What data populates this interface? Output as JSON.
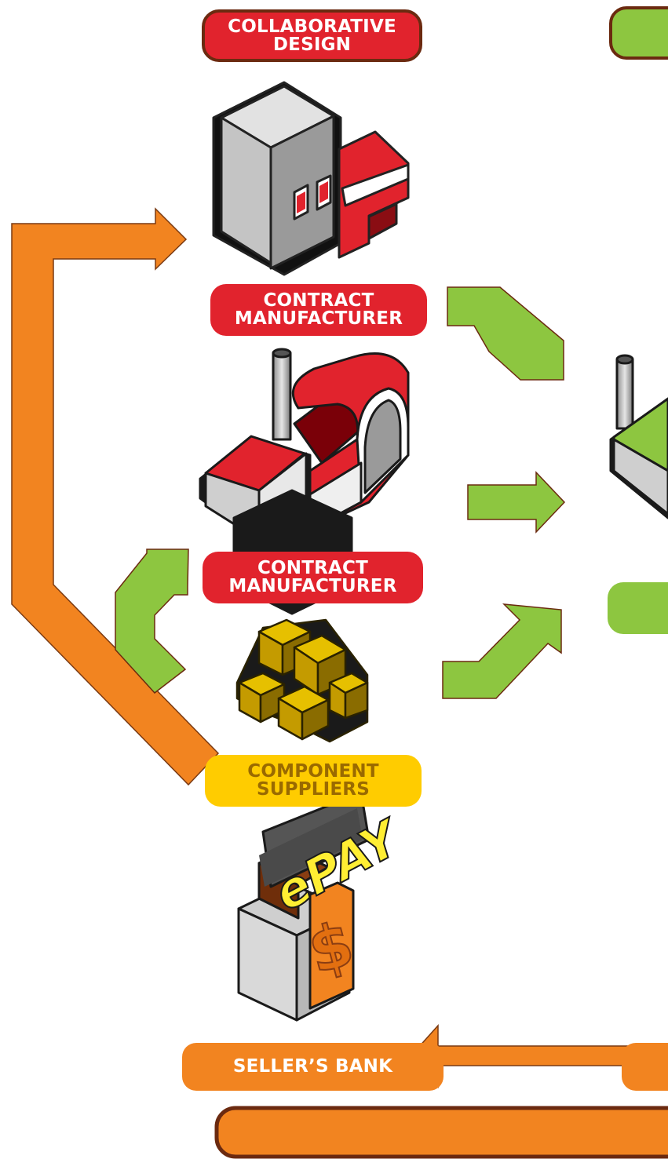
{
  "labels": {
    "collaborative_design": [
      "COLLABORATIVE",
      "DESIGN"
    ],
    "contract_manufacturer_1": [
      "CONTRACT",
      "MANUFACTURER"
    ],
    "contract_manufacturer_2": [
      "CONTRACT",
      "MANUFACTURER"
    ],
    "component_suppliers": [
      "COMPONENT",
      "SUPPLIERS"
    ],
    "sellers_bank": "SELLER’S BANK",
    "epay_sign": "ePAY",
    "dollar_sign": "$"
  },
  "colors": {
    "red": "#e1232d",
    "green": "#8dc640",
    "orange": "#f28420",
    "yellow": "#ffcc00",
    "gray": "#b5b5b5",
    "dark_outline": "#6b2a10"
  },
  "icons": [
    "building-icon",
    "factory-icon",
    "boxes-icon",
    "bank-icon",
    "factory-partial-icon"
  ]
}
